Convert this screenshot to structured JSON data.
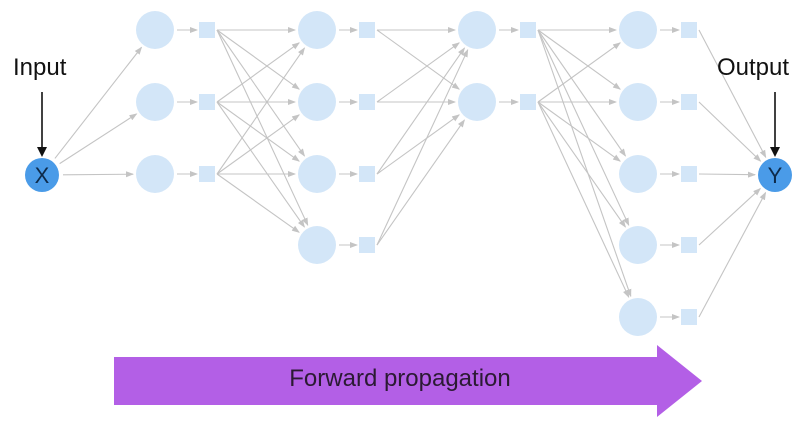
{
  "labels": {
    "input": "Input",
    "output": "Output",
    "input_node": "X",
    "output_node": "Y",
    "direction": "Forward propagation"
  },
  "colors": {
    "io_node": "#4a9be8",
    "hidden_node": "#d3e6f8",
    "activation_box": "#d3e6f8",
    "edge": "#c4c4c4",
    "banner_arrow": "#b35fe6"
  },
  "network": {
    "hidden_layer_sizes": [
      3,
      4,
      2,
      5
    ],
    "fully_connected": true,
    "each_neuron_followed_by": "activation-square"
  }
}
